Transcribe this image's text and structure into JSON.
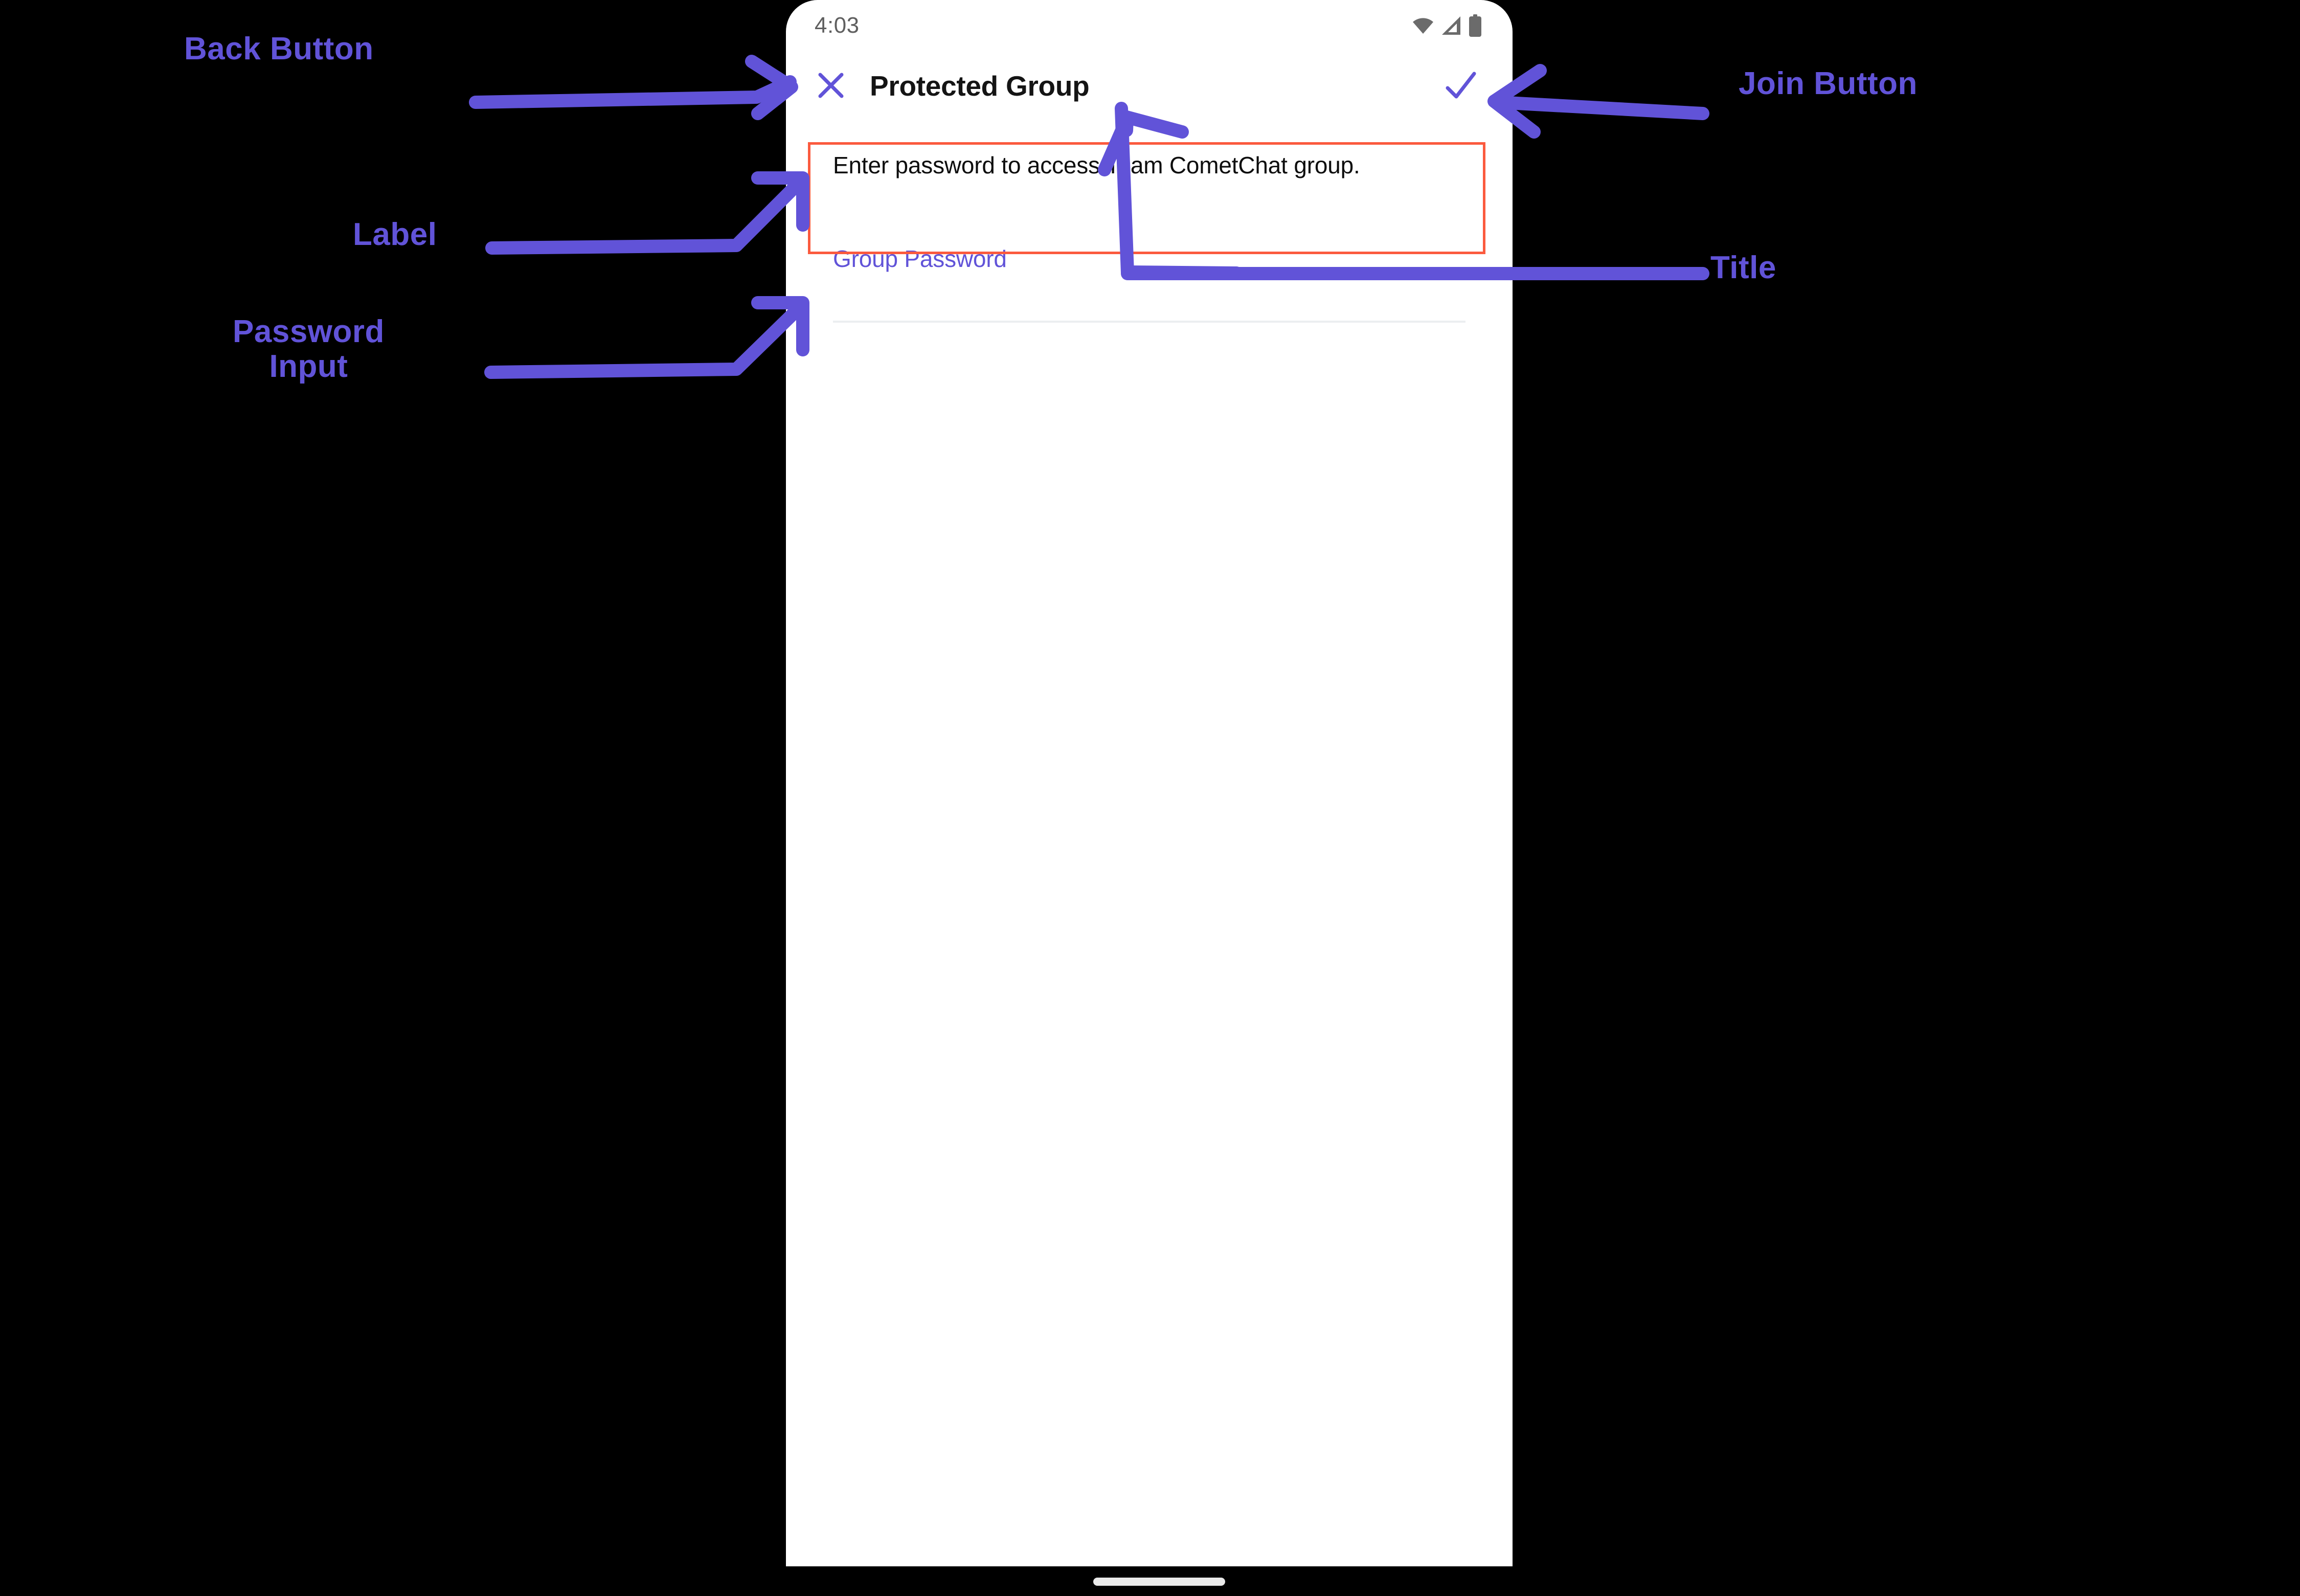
{
  "status_bar": {
    "clock": "4:03",
    "icons": [
      "wifi-icon",
      "cellular-signal-icon",
      "battery-icon"
    ]
  },
  "app_bar": {
    "close_icon": "close-x-icon",
    "title": "Protected Group",
    "join_icon": "checkmark-icon"
  },
  "content": {
    "description": "Enter password to access Team CometChat group.",
    "password_field": {
      "floating_label": "Group Password",
      "value": "",
      "placeholder": ""
    }
  },
  "system_nav": {
    "gesture_pill": "home-gesture-pill"
  },
  "annotations": {
    "accent_color": "#6153d8",
    "highlight_color": "#fb5a3e",
    "items": [
      {
        "id": "back-button",
        "label": "Back Button"
      },
      {
        "id": "label",
        "label": "Label"
      },
      {
        "id": "password-input",
        "label": "Password\nInput"
      },
      {
        "id": "join-button",
        "label": "Join Button"
      },
      {
        "id": "title",
        "label": "Title"
      }
    ]
  }
}
